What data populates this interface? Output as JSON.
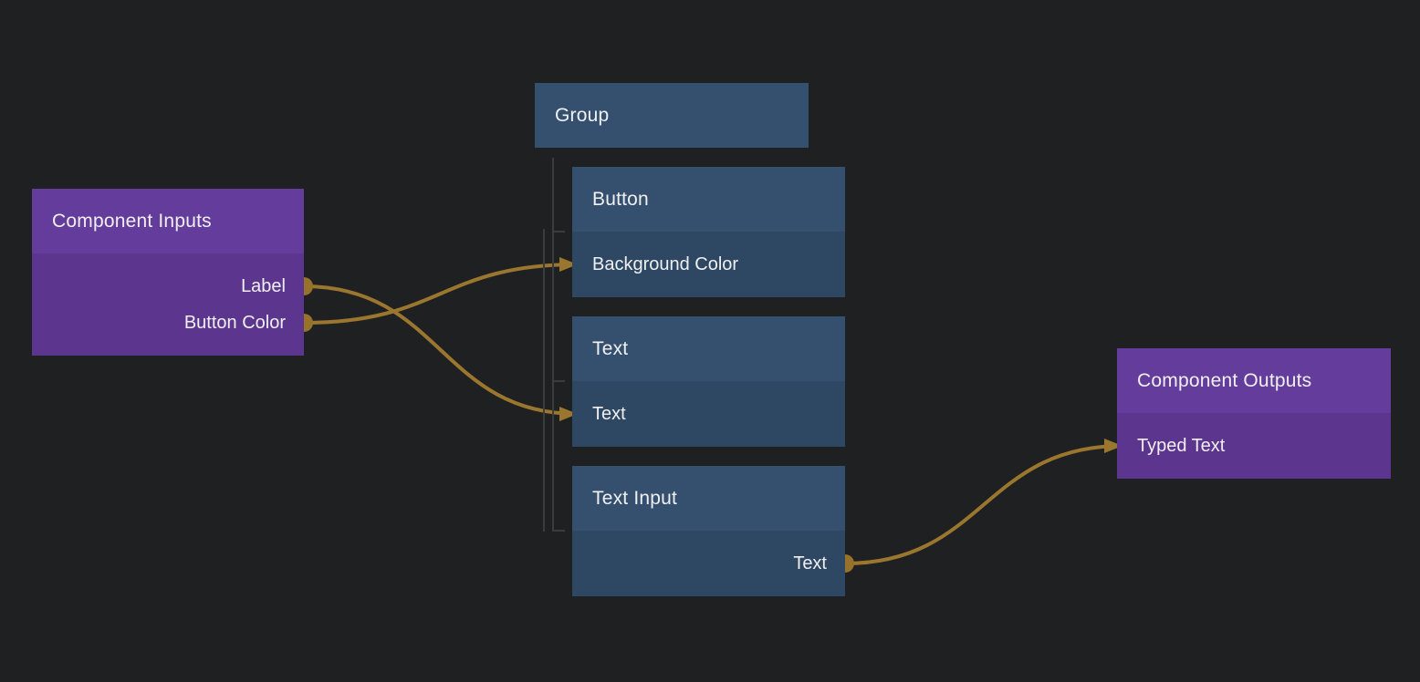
{
  "canvas": {
    "background_color": "#1f2022",
    "edge_color": "#9a762e",
    "port_dot_color": "#96722b",
    "spine_color": "#3b3c3d",
    "purple_header_color": "#643c9b",
    "purple_body_color": "#5b358e",
    "blue_header_color": "#35506e",
    "blue_body_color": "#2e4763",
    "text_color": "#f0f0f2"
  },
  "nodes": {
    "component_inputs": {
      "title": "Component Inputs",
      "ports": [
        {
          "id": "label",
          "label": "Label",
          "side": "right"
        },
        {
          "id": "button_color",
          "label": "Button Color",
          "side": "right"
        }
      ]
    },
    "group": {
      "title": "Group"
    },
    "button": {
      "title": "Button",
      "ports": [
        {
          "id": "background_color",
          "label": "Background Color",
          "side": "left"
        }
      ]
    },
    "text": {
      "title": "Text",
      "ports": [
        {
          "id": "text_in",
          "label": "Text",
          "side": "left"
        }
      ]
    },
    "text_input": {
      "title": "Text Input",
      "ports": [
        {
          "id": "text_out",
          "label": "Text",
          "side": "right"
        }
      ]
    },
    "component_outputs": {
      "title": "Component Outputs",
      "ports": [
        {
          "id": "typed_text",
          "label": "Typed Text",
          "side": "left"
        }
      ]
    }
  },
  "edges": [
    {
      "from": "label",
      "to": "text_in"
    },
    {
      "from": "button_color",
      "to": "background_color"
    },
    {
      "from": "text_out",
      "to": "typed_text"
    }
  ]
}
